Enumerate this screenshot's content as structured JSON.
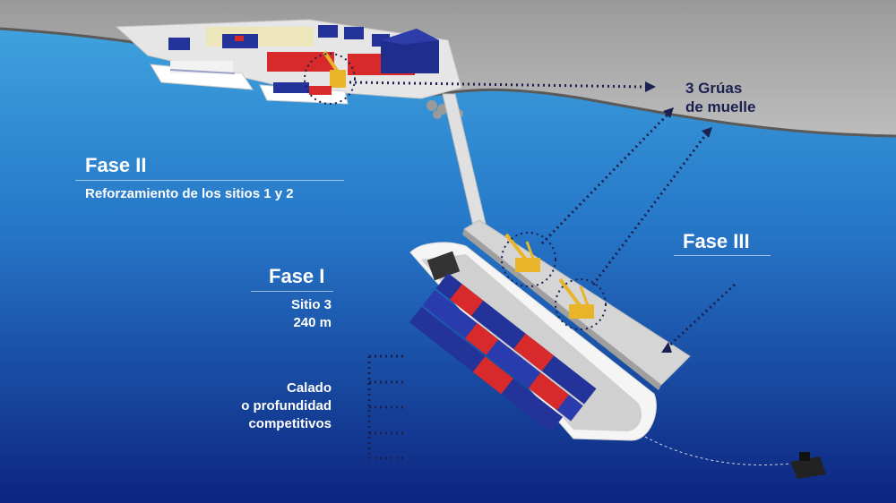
{
  "labels": {
    "cranes_line1": "3 Grúas",
    "cranes_line2": "de muelle",
    "phase2_title": "Fase II",
    "phase2_desc": "Reforzamiento de los sitios 1 y 2",
    "phase1_title": "Fase I",
    "phase1_site": "Sitio 3",
    "phase1_length": "240 m",
    "phase3_title": "Fase III",
    "draft_line1": "Calado",
    "draft_line2": "o profundidad",
    "draft_line3": "competitivos"
  },
  "colors": {
    "sea_top": "#3aa0dc",
    "sea_bottom": "#0e2a86",
    "land": "#b3b3b3",
    "container_red": "#d82a2a",
    "container_blue": "#23339a",
    "crane_yellow": "#e8b52a",
    "arrow_navy": "#1b2050"
  },
  "icons": [
    "crane-icon",
    "ship-icon",
    "tug-boat-icon",
    "warehouse-icon"
  ]
}
